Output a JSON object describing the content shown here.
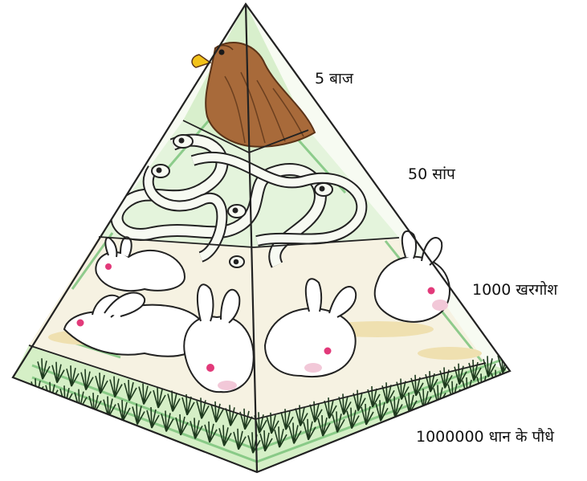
{
  "pyramid": {
    "levels": [
      {
        "id": "eagle",
        "count": "5",
        "name": "बाज"
      },
      {
        "id": "snake",
        "count": "50",
        "name": "सांप"
      },
      {
        "id": "rabbit",
        "count": "1000",
        "name": "खरगोश"
      },
      {
        "id": "plant",
        "count": "1000000",
        "name": "धान के पौधे"
      }
    ],
    "colors": {
      "grass": "#8fd08f",
      "grass_light": "#c9ebc0",
      "soil": "#f1e4b9",
      "snake_fill": "#f3f7ee",
      "eagle": "#a86a3a",
      "eagle_dark": "#6b3f1f",
      "rabbit": "#ffffff",
      "rabbit_eye": "#e23a7a",
      "outline": "#222222"
    }
  }
}
